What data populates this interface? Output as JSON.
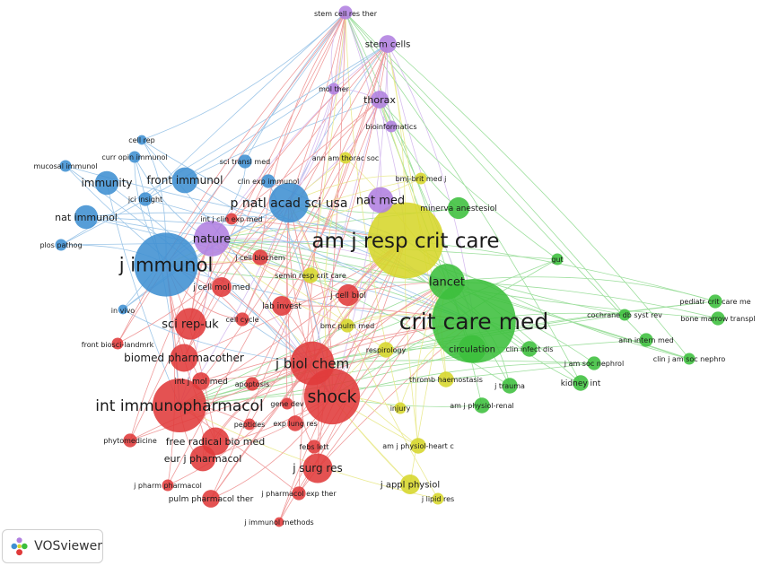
{
  "software": {
    "name": "VOSviewer"
  },
  "colors": {
    "red": "#e03a3a",
    "green": "#3cbf3c",
    "blue": "#3f8fd2",
    "yellow": "#d6d62a",
    "purple": "#b07fe0"
  },
  "nodes": [
    {
      "label": "crit care med",
      "cluster": "green",
      "weight": 40
    },
    {
      "label": "am j resp crit care",
      "cluster": "yellow",
      "weight": 36
    },
    {
      "label": "j immunol",
      "cluster": "blue",
      "weight": 30
    },
    {
      "label": "shock",
      "cluster": "red",
      "weight": 26
    },
    {
      "label": "int immunopharmacol",
      "cluster": "red",
      "weight": 25
    },
    {
      "label": "p natl acad sci usa",
      "cluster": "blue",
      "weight": 18
    },
    {
      "label": "j biol chem",
      "cluster": "red",
      "weight": 20
    },
    {
      "label": "lancet",
      "cluster": "green",
      "weight": 16
    },
    {
      "label": "nat med",
      "cluster": "purple",
      "weight": 11
    },
    {
      "label": "nature",
      "cluster": "purple",
      "weight": 16
    },
    {
      "label": "sci rep-uk",
      "cluster": "red",
      "weight": 14
    },
    {
      "label": "biomed pharmacother",
      "cluster": "red",
      "weight": 12
    },
    {
      "label": "front immunol",
      "cluster": "blue",
      "weight": 11
    },
    {
      "label": "immunity",
      "cluster": "blue",
      "weight": 10
    },
    {
      "label": "nat immunol",
      "cluster": "blue",
      "weight": 10
    },
    {
      "label": "stem cells",
      "cluster": "purple",
      "weight": 7
    },
    {
      "label": "thorax",
      "cluster": "purple",
      "weight": 7
    },
    {
      "label": "stem cell res ther",
      "cluster": "purple",
      "weight": 5
    },
    {
      "label": "minerva anestesiol",
      "cluster": "green",
      "weight": 9
    },
    {
      "label": "circulation",
      "cluster": "green",
      "weight": 12
    },
    {
      "label": "j surg res",
      "cluster": "red",
      "weight": 13
    },
    {
      "label": "free radical bio med",
      "cluster": "red",
      "weight": 12
    },
    {
      "label": "eur j pharmacol",
      "cluster": "red",
      "weight": 11
    },
    {
      "label": "j appl physiol",
      "cluster": "yellow",
      "weight": 8
    },
    {
      "label": "pediatr crit care me",
      "cluster": "green",
      "weight": 5
    },
    {
      "label": "bone marrow transpl",
      "cluster": "green",
      "weight": 5
    },
    {
      "label": "kidney int",
      "cluster": "green",
      "weight": 6
    },
    {
      "label": "ann intern med",
      "cluster": "green",
      "weight": 5
    },
    {
      "label": "j am soc nephrol",
      "cluster": "green",
      "weight": 5
    },
    {
      "label": "clin j am soc nephro",
      "cluster": "green",
      "weight": 4
    },
    {
      "label": "cochrane db syst rev",
      "cluster": "green",
      "weight": 4
    },
    {
      "label": "clin infect dis",
      "cluster": "green",
      "weight": 6
    },
    {
      "label": "j trauma",
      "cluster": "green",
      "weight": 6
    },
    {
      "label": "am j physiol-renal",
      "cluster": "green",
      "weight": 6
    },
    {
      "label": "thromb haemostasis",
      "cluster": "yellow",
      "weight": 6
    },
    {
      "label": "respirology",
      "cluster": "yellow",
      "weight": 6
    },
    {
      "label": "am j physiol-heart c",
      "cluster": "yellow",
      "weight": 6
    },
    {
      "label": "injury",
      "cluster": "yellow",
      "weight": 4
    },
    {
      "label": "j lipid res",
      "cluster": "yellow",
      "weight": 4
    },
    {
      "label": "gut",
      "cluster": "green",
      "weight": 4
    },
    {
      "label": "bmj-brit med j",
      "cluster": "yellow",
      "weight": 4
    },
    {
      "label": "ann am thorac soc",
      "cluster": "yellow",
      "weight": 4
    },
    {
      "label": "bioinformatics",
      "cluster": "purple",
      "weight": 4
    },
    {
      "label": "mol ther",
      "cluster": "purple",
      "weight": 4
    },
    {
      "label": "j cell biol",
      "cluster": "red",
      "weight": 9
    },
    {
      "label": "semin resp crit care",
      "cluster": "yellow",
      "weight": 6
    },
    {
      "label": "bmc pulm med",
      "cluster": "yellow",
      "weight": 5
    },
    {
      "label": "j cell biochem",
      "cluster": "red",
      "weight": 6
    },
    {
      "label": "j cell mol med",
      "cluster": "red",
      "weight": 8
    },
    {
      "label": "lab invest",
      "cluster": "red",
      "weight": 8
    },
    {
      "label": "cell cycle",
      "cluster": "red",
      "weight": 5
    },
    {
      "label": "int j mol med",
      "cluster": "red",
      "weight": 7
    },
    {
      "label": "apoptosis",
      "cluster": "red",
      "weight": 5
    },
    {
      "label": "gene dev",
      "cluster": "red",
      "weight": 4
    },
    {
      "label": "peptides",
      "cluster": "red",
      "weight": 4
    },
    {
      "label": "exp lung res",
      "cluster": "red",
      "weight": 6
    },
    {
      "label": "febs lett",
      "cluster": "red",
      "weight": 5
    },
    {
      "label": "phytomedicine",
      "cluster": "red",
      "weight": 5
    },
    {
      "label": "j pharm pharmacol",
      "cluster": "red",
      "weight": 4
    },
    {
      "label": "j pharmacol exp ther",
      "cluster": "red",
      "weight": 5
    },
    {
      "label": "pulm pharmacol ther",
      "cluster": "red",
      "weight": 7
    },
    {
      "label": "j immunol methods",
      "cluster": "red",
      "weight": 3
    },
    {
      "label": "int j clin exp med",
      "cluster": "red",
      "weight": 4
    },
    {
      "label": "clin exp immunol",
      "cluster": "blue",
      "weight": 5
    },
    {
      "label": "sci transl med",
      "cluster": "blue",
      "weight": 5
    },
    {
      "label": "jci insight",
      "cluster": "blue",
      "weight": 5
    },
    {
      "label": "curr opin immunol",
      "cluster": "blue",
      "weight": 4
    },
    {
      "label": "cell rep",
      "cluster": "blue",
      "weight": 3
    },
    {
      "label": "mucosal immunol",
      "cluster": "blue",
      "weight": 4
    },
    {
      "label": "plos pathog",
      "cluster": "blue",
      "weight": 4
    },
    {
      "label": "in vivo",
      "cluster": "blue",
      "weight": 3
    },
    {
      "label": "front biosci-landmrk",
      "cluster": "red",
      "weight": 4
    }
  ]
}
